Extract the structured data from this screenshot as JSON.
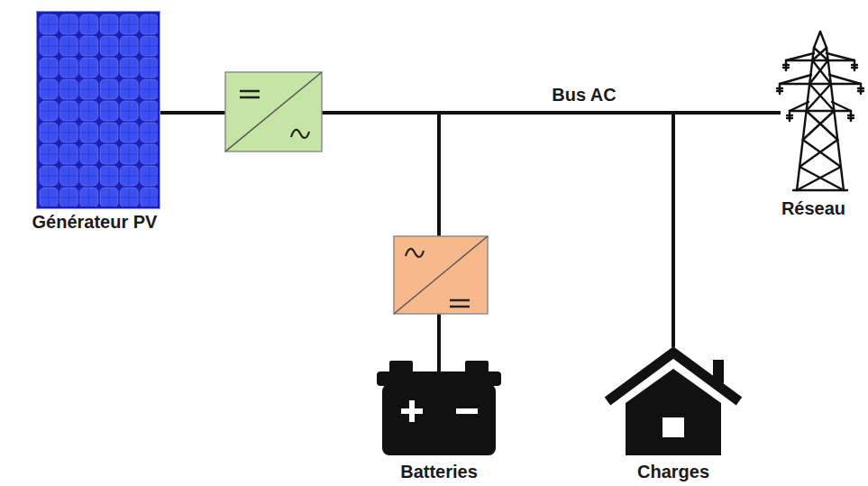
{
  "diagram": {
    "nodes": [
      {
        "text": [
          "Générateur PV"
        ]
      },
      {
        "text": [
          "Batteries"
        ]
      },
      {
        "text": [
          "Charges"
        ]
      },
      {
        "text": [
          "Réseau"
        ]
      }
    ],
    "edges": [
      {
        "from": 0,
        "to": 3,
        "label": "Bus AC",
        "arrow": "none"
      },
      {
        "from": 0,
        "to": 1,
        "arrow": "none"
      },
      {
        "from": 0,
        "to": 2,
        "arrow": "none"
      },
      {
        "from": 1,
        "to": 2,
        "arrow": "none"
      },
      {
        "from": 1,
        "to": 3,
        "arrow": "none"
      },
      {
        "from": 2,
        "to": 3,
        "arrow": "none"
      }
    ]
  }
}
